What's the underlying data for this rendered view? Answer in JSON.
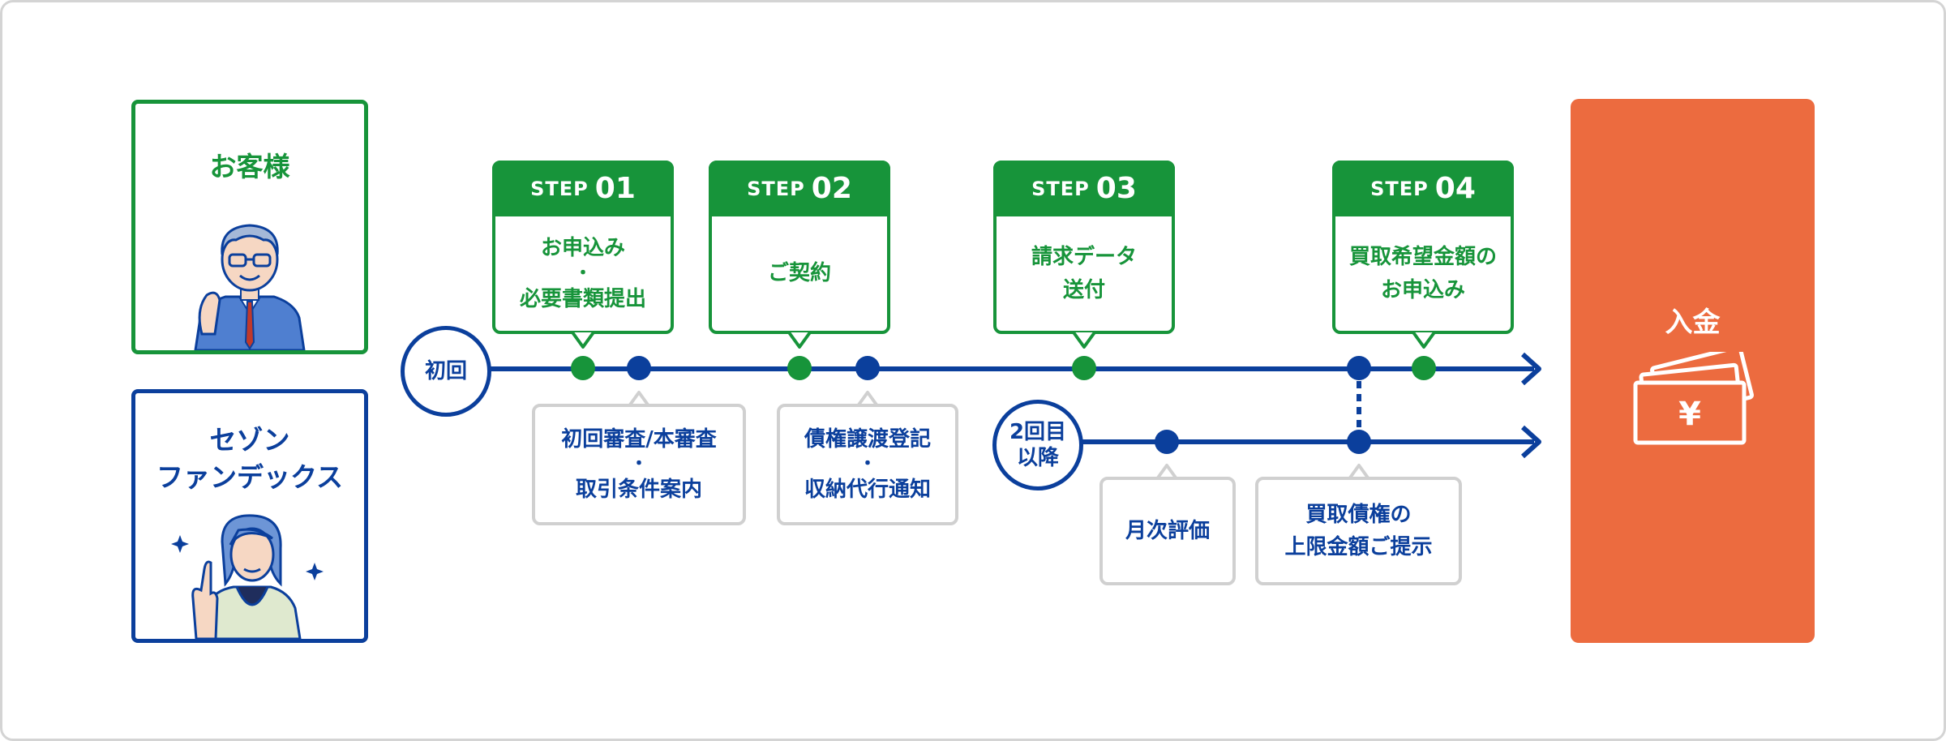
{
  "actors": {
    "customer": {
      "label": "お客様"
    },
    "seizon": {
      "line1": "セゾン",
      "line2": "ファンデックス"
    }
  },
  "timeline": {
    "first_label": "初回",
    "repeat_label_line1": "2回目",
    "repeat_label_line2": "以降"
  },
  "steps": [
    {
      "step_label": "STEP",
      "number": "01",
      "line1": "お申込み",
      "sep": "・",
      "line2": "必要書類提出"
    },
    {
      "step_label": "STEP",
      "number": "02",
      "line1": "ご契約"
    },
    {
      "step_label": "STEP",
      "number": "03",
      "line1": "請求データ",
      "line2": "送付"
    },
    {
      "step_label": "STEP",
      "number": "04",
      "line1": "買取希望金額の",
      "line2": "お申込み"
    }
  ],
  "company_actions": [
    {
      "line1": "初回審査/本審査",
      "sep": "・",
      "line2": "取引条件案内"
    },
    {
      "line1": "債権譲渡登記",
      "sep": "・",
      "line2": "収納代行通知"
    },
    {
      "line1": "月次評価"
    },
    {
      "line1": "買取債権の",
      "line2": "上限金額ご提示"
    }
  ],
  "payment": {
    "label": "入金",
    "currency_symbol": "¥"
  },
  "colors": {
    "green": "#17943a",
    "blue": "#0b3f9c",
    "orange": "#ec6b3f",
    "gray_border": "#d0d0d0"
  },
  "icons": [
    "customer-man-icon",
    "operator-woman-icon",
    "banknotes-icon"
  ]
}
